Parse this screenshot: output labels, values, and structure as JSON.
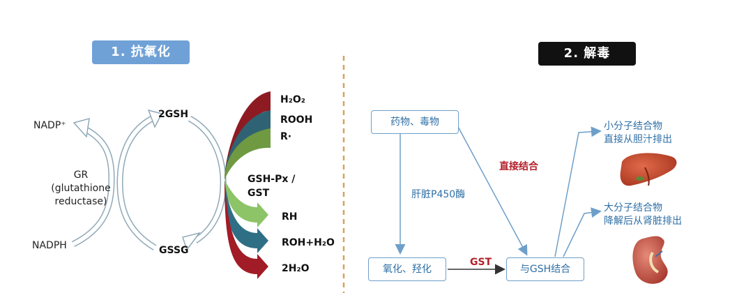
{
  "section1": {
    "title": "1. 抗氧化",
    "nadp_plus": "NADP⁺",
    "nadph": "NADPH",
    "gr_lines": [
      "GR",
      "(glutathione",
      "reductase)"
    ],
    "gsh2": "2GSH",
    "gssg": "GSSG",
    "enzyme_lines": [
      "GSH-Px /",
      "GST"
    ],
    "reactants": [
      {
        "label": "H₂O₂",
        "color": "#8e1b22"
      },
      {
        "label": "ROOH",
        "color": "#2f6373"
      },
      {
        "label": "R·",
        "color": "#6f9a42"
      }
    ],
    "products": [
      {
        "label": "RH",
        "color": "#8cc467"
      },
      {
        "label": "ROH+H₂O",
        "color": "#2f6f86"
      },
      {
        "label": "2H₂O",
        "color": "#a11c26"
      }
    ]
  },
  "section2": {
    "title": "2. 解毒",
    "box_drug": "药物、毒物",
    "box_oxidize": "氧化、羟化",
    "box_conjugate": "与GSH结合",
    "label_p450": "肝脏P450酶",
    "label_direct": "直接结合",
    "label_gst": "GST",
    "small_mol": [
      "小分子结合物",
      "直接从胆汁排出"
    ],
    "large_mol": [
      "大分子结合物",
      "降解后从肾脏排出"
    ],
    "icons": [
      "liver-icon",
      "kidney-icon"
    ]
  },
  "colors": {
    "accent_blue": "#6fa1d6",
    "box_border": "#6e9fc9",
    "text_blue": "#2f6fa5",
    "text_red": "#b3202a",
    "divider": "#d7a15a"
  }
}
